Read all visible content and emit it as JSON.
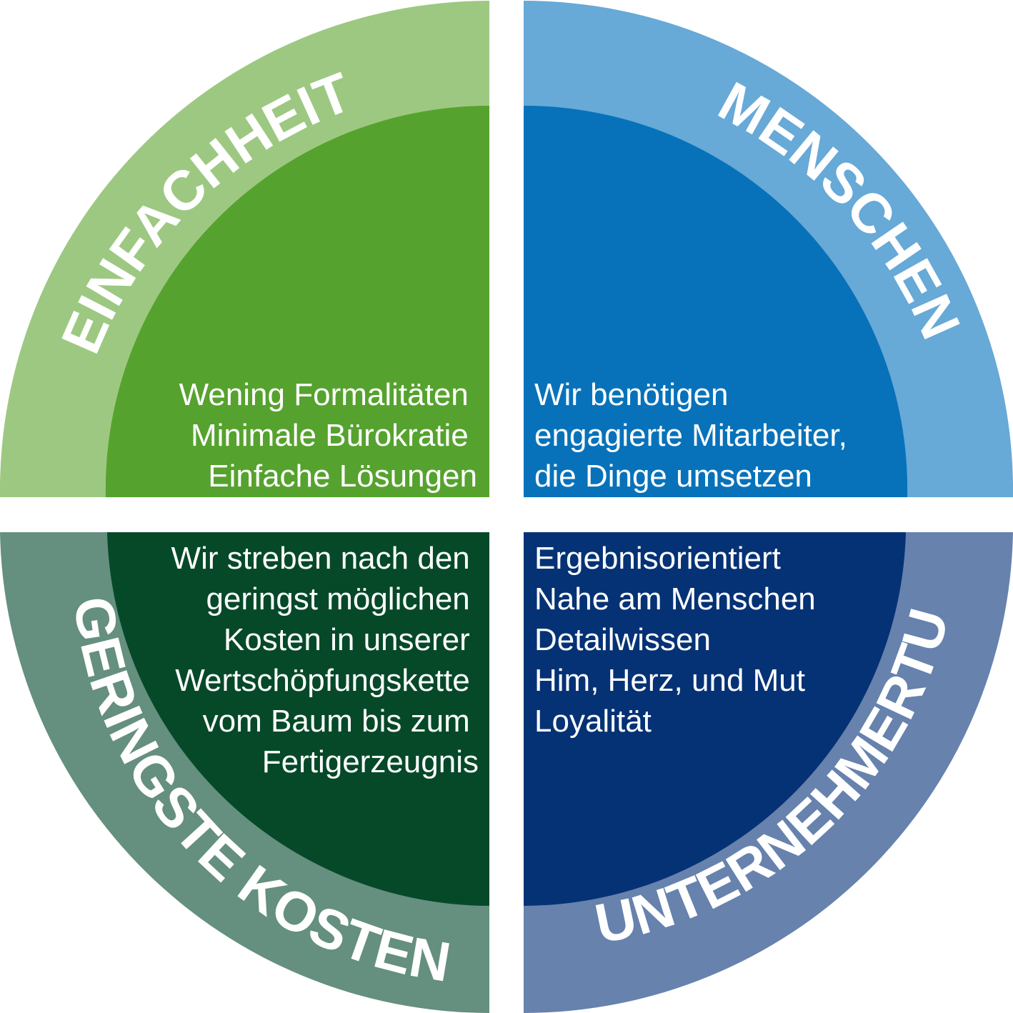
{
  "quadrants": {
    "top_left": {
      "title": "EINFACHHEIT",
      "lines": [
        "Wening Formalitäten",
        "Minimale Bürokratie",
        "Einfache Lösungen"
      ],
      "outer_color": "#9dc882",
      "inner_color": "#56a22e"
    },
    "top_right": {
      "title": "MENSCHEN",
      "lines": [
        "Wir benötigen",
        "engagierte Mitarbeiter,",
        "die Dinge umsetzen"
      ],
      "outer_color": "#67a9d7",
      "inner_color": "#0772ba"
    },
    "bottom_left": {
      "title": "GERINGSTE KOSTEN",
      "lines": [
        "Wir streben nach den",
        "geringst möglichen",
        "Kosten in unserer",
        "Wertschöpfungskette",
        "vom Baum bis zum",
        "Fertigerzeugnis"
      ],
      "outer_color": "#658f7e",
      "inner_color": "#064929"
    },
    "bottom_right": {
      "title": "UNTERNEHMERTUM",
      "lines": [
        "Ergebnisorientiert",
        "Nahe am Menschen",
        "Detailwissen",
        "Him, Herz, und Mut",
        "Loyalität"
      ],
      "outer_color": "#6682ad",
      "inner_color": "#053275"
    }
  }
}
